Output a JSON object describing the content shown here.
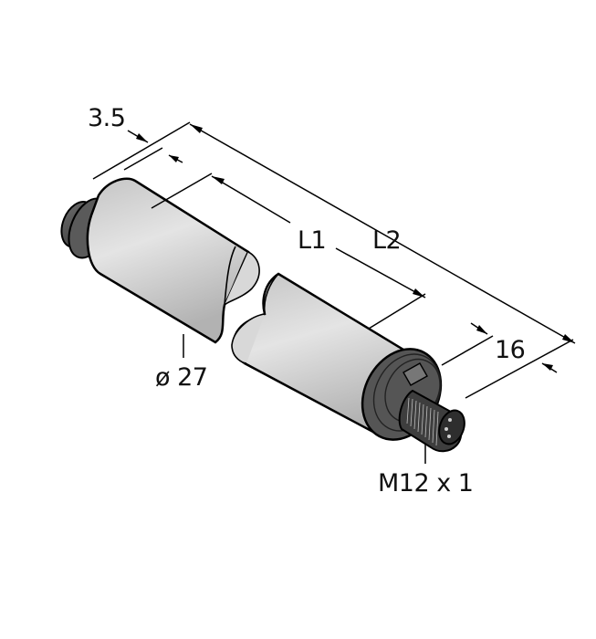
{
  "drawing": {
    "subject": "cylindrical sensor with M12 connector",
    "colors": {
      "body_light": "#e6e6e6",
      "body_dark": "#b4b4b4",
      "cap_dark": "#4a4a4a",
      "cap_mid": "#6a6a6a",
      "outline": "#000000",
      "background": "#ffffff"
    }
  },
  "dimensions": {
    "front_cap": "3.5",
    "l1": "L1",
    "l2": "L2",
    "diameter": "ø 27",
    "connector_length": "16",
    "thread": "M12 x 1"
  }
}
